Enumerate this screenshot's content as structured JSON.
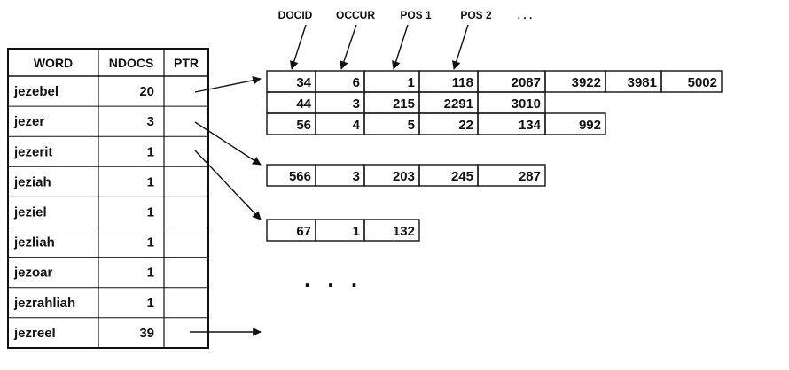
{
  "column_labels": [
    "DOCID",
    "OCCUR",
    "POS 1",
    "POS 2",
    ". . ."
  ],
  "table": {
    "headers": [
      "WORD",
      "NDOCS",
      "PTR"
    ],
    "rows": [
      {
        "word": "jezebel",
        "ndocs": "20",
        "ptr": ""
      },
      {
        "word": "jezer",
        "ndocs": "3",
        "ptr": ""
      },
      {
        "word": "jezerit",
        "ndocs": "1",
        "ptr": ""
      },
      {
        "word": "jeziah",
        "ndocs": "1",
        "ptr": ""
      },
      {
        "word": "jeziel",
        "ndocs": "1",
        "ptr": ""
      },
      {
        "word": "jezliah",
        "ndocs": "1",
        "ptr": ""
      },
      {
        "word": "jezoar",
        "ndocs": "1",
        "ptr": ""
      },
      {
        "word": "jezrahliah",
        "ndocs": "1",
        "ptr": ""
      },
      {
        "word": "jezreel",
        "ndocs": "39",
        "ptr": ""
      }
    ]
  },
  "postings": [
    {
      "for_word": "jezebel",
      "rows": [
        [
          "34",
          "6",
          "1",
          "118",
          "2087",
          "3922",
          "3981",
          "5002"
        ],
        [
          "44",
          "3",
          "215",
          "2291",
          "3010"
        ],
        [
          "56",
          "4",
          "5",
          "22",
          "134",
          "992"
        ]
      ]
    },
    {
      "for_word": "jezer",
      "rows": [
        [
          "566",
          "3",
          "203",
          "245",
          "287"
        ]
      ]
    },
    {
      "for_word": "jezerit",
      "rows": [
        [
          "67",
          "1",
          "132"
        ]
      ]
    }
  ],
  "ellipsis": ". . ."
}
